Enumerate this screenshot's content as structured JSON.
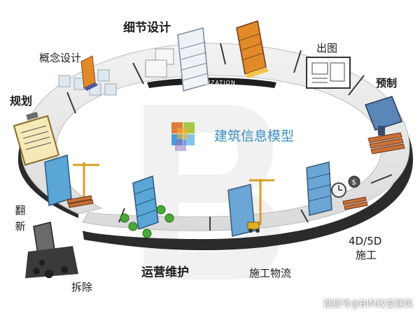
{
  "diagram": {
    "center_label": "建筑信息模型",
    "band_label": "VISUALIZATION",
    "stages": {
      "planning": "规划",
      "concept": "概念设计",
      "detail": "细节设计",
      "drawing": "出图",
      "prefab": "预制",
      "fourd": "4D/5D",
      "fourd_sub": "施工",
      "logistics": "施工物流",
      "operation": "运营维护",
      "demolition": "拆除",
      "renovation": "翻新"
    }
  },
  "watermark": "搜狐号@BIM改变建筑",
  "colors": {
    "ring_top": "#e9e9e9",
    "ring_side": "#2b2b2b",
    "accent_blue": "#3a8fc6",
    "building_blue": "#5aa6d6",
    "building_orange": "#e08a2a",
    "timber": "#c8703a"
  }
}
